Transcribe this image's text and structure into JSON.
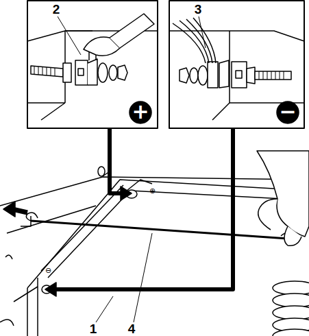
{
  "diagram": {
    "labels": [
      "2",
      "3",
      "+",
      "−",
      "1",
      "4"
    ]
  }
}
